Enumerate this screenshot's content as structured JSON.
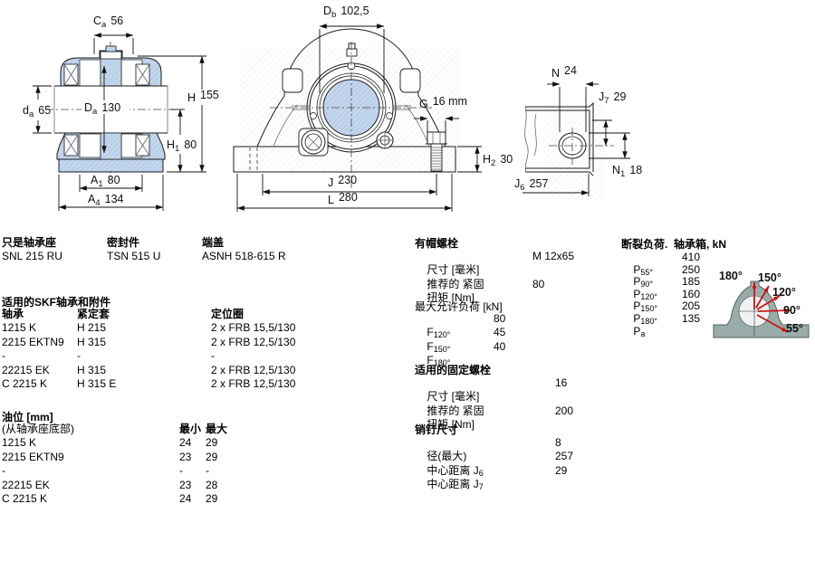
{
  "colors": {
    "section_blue": "#bed3ea",
    "hatch_gray": "#e9e9e9",
    "arrow_red": "#cc1414",
    "silhouette_gray": "#9aacaa",
    "line": "#1a1a1a"
  },
  "drawings": {
    "front_section": {
      "dims": {
        "Ca": {
          "l": "C",
          "s": "a",
          "v": "56"
        },
        "da": {
          "l": "d",
          "s": "a",
          "v": "65"
        },
        "Da": {
          "l": "D",
          "s": "a",
          "v": "130"
        },
        "H": {
          "l": "H",
          "s": "",
          "v": "155"
        },
        "H1": {
          "l": "H",
          "s": "1",
          "v": "80"
        },
        "A1": {
          "l": "A",
          "s": "1",
          "v": "80"
        },
        "A4": {
          "l": "A",
          "s": "4",
          "v": "134"
        }
      }
    },
    "front_view": {
      "dims": {
        "Db": {
          "l": "D",
          "s": "b",
          "v": "102,5"
        },
        "G": {
          "l": "G",
          "s": "",
          "v": "16 mm"
        },
        "H2": {
          "l": "H",
          "s": "2",
          "v": "30"
        },
        "J": {
          "l": "J",
          "s": "",
          "v": "230"
        },
        "L": {
          "l": "L",
          "s": "",
          "v": "280"
        }
      }
    },
    "base_detail": {
      "dims": {
        "N": {
          "l": "N",
          "s": "",
          "v": "24"
        },
        "J7": {
          "l": "J",
          "s": "7",
          "v": "29"
        },
        "N1": {
          "l": "N",
          "s": "1",
          "v": "18"
        },
        "J6": {
          "l": "J",
          "s": "6",
          "v": "257"
        }
      }
    },
    "load_direction": {
      "angles": [
        "180°",
        "150°",
        "120°",
        "90°",
        "55°"
      ]
    }
  },
  "designations": {
    "housing": {
      "label": "只是轴承座",
      "value": "SNL 215 RU"
    },
    "seal": {
      "label": "密封件",
      "value": "TSN 515 U"
    },
    "end_cover": {
      "label": "端盖",
      "value": "ASNH 518-615 R"
    }
  },
  "bearings": {
    "title": "适用的SKF轴承和附件",
    "headers": {
      "bearing": "轴承",
      "sleeve": "紧定套",
      "ring": "定位圈"
    },
    "rows": [
      {
        "bearing": "1215 K",
        "sleeve": "H 215",
        "ring": "2 x FRB 15,5/130"
      },
      {
        "bearing": "2215 EKTN9",
        "sleeve": "H 315",
        "ring": "2 x FRB 12,5/130"
      },
      {
        "bearing": "-",
        "sleeve": "-",
        "ring": "-"
      },
      {
        "bearing": "22215 EK",
        "sleeve": "H 315",
        "ring": "2 x FRB 12,5/130"
      },
      {
        "bearing": "C 2215 K",
        "sleeve": "H 315 E",
        "ring": "2 x FRB 12,5/130"
      }
    ]
  },
  "oil_level": {
    "title": "油位 [mm]",
    "subtitle": "(从轴承座底部)",
    "min_header": "最小",
    "max_header": "最大",
    "rows": [
      {
        "bearing": "1215 K",
        "min": "24",
        "max": "29"
      },
      {
        "bearing": "2215 EKTN9",
        "min": "23",
        "max": "29"
      },
      {
        "bearing": "-",
        "min": "-",
        "max": "-"
      },
      {
        "bearing": "22215 EK",
        "min": "23",
        "max": "28"
      },
      {
        "bearing": "C 2215 K",
        "min": "24",
        "max": "29"
      }
    ]
  },
  "cap_bolts": {
    "title": "有帽螺栓",
    "size_label": "尺寸 [毫米]",
    "size_value": "M 12x65",
    "tighten_label": "推荐的 紧固",
    "torque_label": "扭矩 [Nm]",
    "torque_value": "80"
  },
  "max_loads": {
    "title": "最大允许负荷 [kN]",
    "rows": [
      {
        "l": "F",
        "s": "120°",
        "v": "80"
      },
      {
        "l": "F",
        "s": "150°",
        "v": "45"
      },
      {
        "l": "F",
        "s": "180°",
        "v": "40"
      }
    ]
  },
  "attach_bolts": {
    "title": "适用的固定螺栓",
    "size_label": "尺寸 [毫米]",
    "size_value": "16",
    "tighten_label": "推荐的 紧固",
    "torque_label": "扭矩 [Nm]",
    "torque_value": "200"
  },
  "pins": {
    "title": "销钉尺寸",
    "rows": [
      {
        "l": "径(最大)",
        "s": "",
        "v": "8"
      },
      {
        "l": "中心距离 J",
        "s": "6",
        "v": "257"
      },
      {
        "l": "中心距离 J",
        "s": "7",
        "v": "29"
      }
    ]
  },
  "breaking_loads": {
    "title": "断裂负荷.  轴承箱, kN",
    "rows": [
      {
        "l": "P",
        "s": "55°",
        "v": "410"
      },
      {
        "l": "P",
        "s": "90°",
        "v": "250"
      },
      {
        "l": "P",
        "s": "120°",
        "v": "185"
      },
      {
        "l": "P",
        "s": "150°",
        "v": "160"
      },
      {
        "l": "P",
        "s": "180°",
        "v": "205"
      },
      {
        "l": "P",
        "s": "a",
        "v": "135"
      }
    ]
  }
}
